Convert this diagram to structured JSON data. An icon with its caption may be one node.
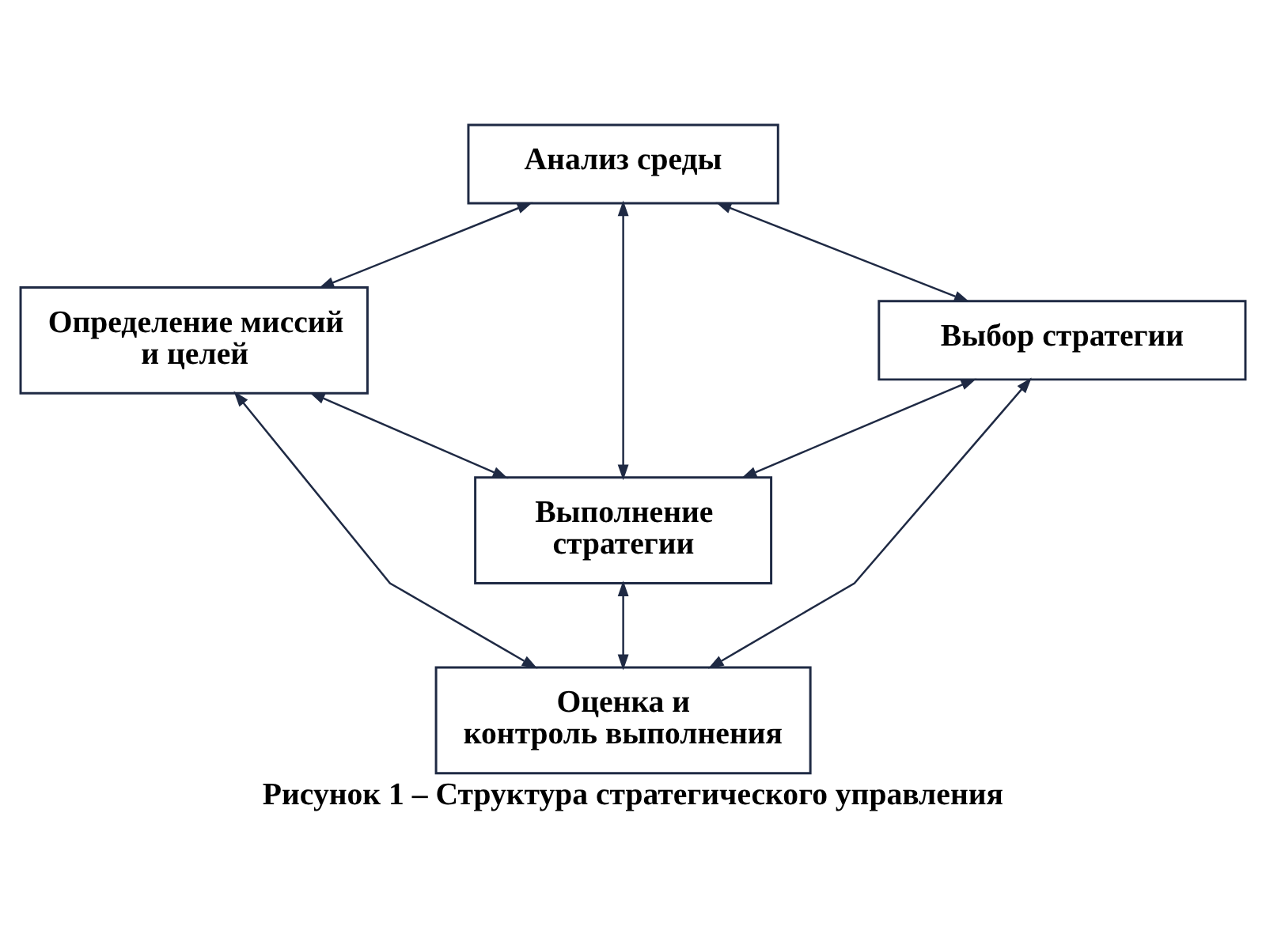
{
  "diagram": {
    "caption": "Рисунок 1 – Структура стратегического управления",
    "nodes": [
      {
        "text": [
          "Анализ среды"
        ]
      },
      {
        "text": [
          "Определение миссий и целей"
        ]
      },
      {
        "text": [
          "Выбор стратегии"
        ]
      },
      {
        "text": [
          "Выполнение стратегии"
        ]
      },
      {
        "text": [
          "Оценка и контроль выполнения"
        ]
      }
    ],
    "edges": [
      {
        "from": 0,
        "to": 1,
        "arrow": "both"
      },
      {
        "from": 0,
        "to": 2,
        "arrow": "both"
      },
      {
        "from": 0,
        "to": 3,
        "arrow": "both"
      },
      {
        "from": 1,
        "to": 3,
        "arrow": "both"
      },
      {
        "from": 2,
        "to": 3,
        "arrow": "both"
      },
      {
        "from": 3,
        "to": 4,
        "arrow": "both"
      },
      {
        "from": 1,
        "to": 4,
        "arrow": "both"
      },
      {
        "from": 2,
        "to": 4,
        "arrow": "both"
      }
    ]
  }
}
